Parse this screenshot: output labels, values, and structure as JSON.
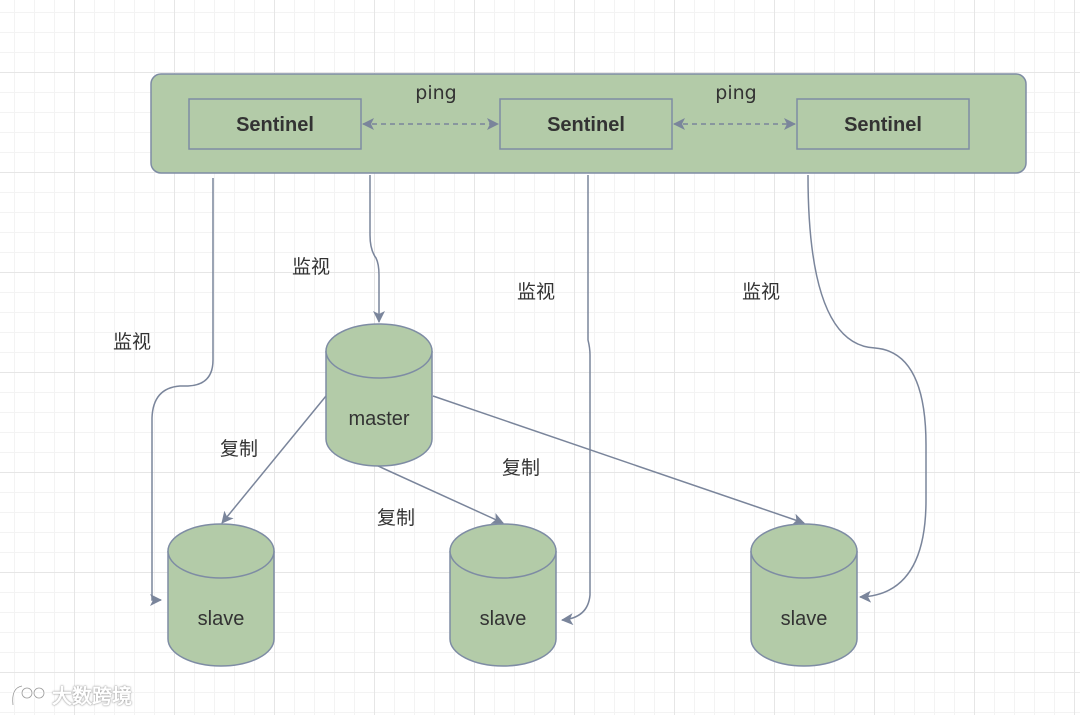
{
  "sentinels": [
    {
      "label": "Sentinel"
    },
    {
      "label": "Sentinel"
    },
    {
      "label": "Sentinel"
    }
  ],
  "ping_labels": [
    "ping",
    "ping"
  ],
  "master": {
    "label": "master"
  },
  "slaves": [
    {
      "label": "slave"
    },
    {
      "label": "slave"
    },
    {
      "label": "slave"
    }
  ],
  "monitor_labels": [
    "监视",
    "监视",
    "监视",
    "监视"
  ],
  "replicate_labels": [
    "复制",
    "复制",
    "复制"
  ],
  "watermark": {
    "text": "大数跨境"
  },
  "colors": {
    "node_fill": "#b3cba8",
    "node_stroke": "#7e8ca4",
    "edge": "#7a859b"
  }
}
